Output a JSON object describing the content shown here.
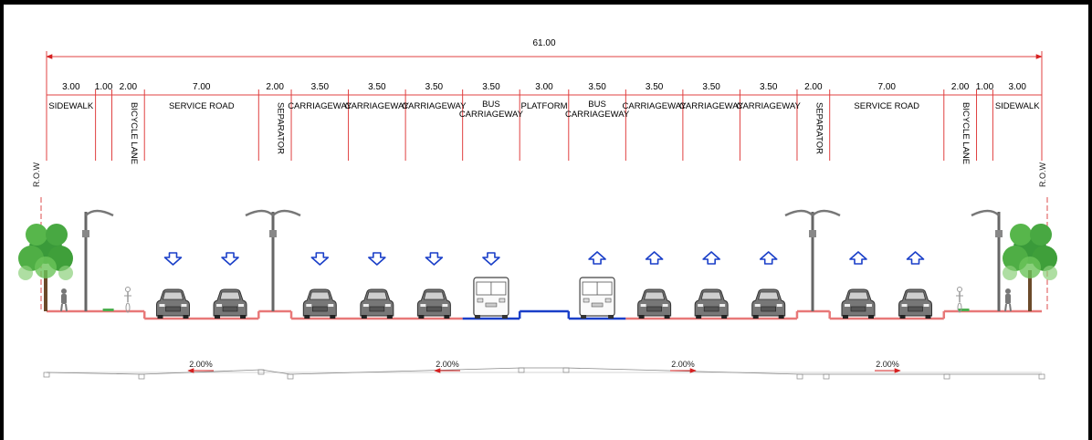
{
  "total": "61.00",
  "row_label": "R.O.W",
  "slope_label": "2.00%",
  "segments": [
    {
      "width": "3.00",
      "label": "SIDEWALK"
    },
    {
      "width": "1.00",
      "label": ""
    },
    {
      "width": "2.00",
      "label": "BICYCLE LANE"
    },
    {
      "width": "7.00",
      "label": "SERVICE ROAD"
    },
    {
      "width": "2.00",
      "label": "SEPARATOR"
    },
    {
      "width": "3.50",
      "label": "CARRIAGEWAY"
    },
    {
      "width": "3.50",
      "label": "CARRIAGEWAY"
    },
    {
      "width": "3.50",
      "label": "CARRIAGEWAY"
    },
    {
      "width": "3.50",
      "label": "BUS\nCARRIAGEWAY"
    },
    {
      "width": "3.00",
      "label": "PLATFORM"
    },
    {
      "width": "3.50",
      "label": "BUS\nCARRIAGEWAY"
    },
    {
      "width": "3.50",
      "label": "CARRIAGEWAY"
    },
    {
      "width": "3.50",
      "label": "CARRIAGEWAY"
    },
    {
      "width": "3.50",
      "label": "CARRIAGEWAY"
    },
    {
      "width": "2.00",
      "label": "SEPARATOR"
    },
    {
      "width": "7.00",
      "label": "SERVICE ROAD"
    },
    {
      "width": "2.00",
      "label": "BICYCLE LANE"
    },
    {
      "width": "1.00",
      "label": ""
    },
    {
      "width": "3.00",
      "label": "SIDEWALK"
    }
  ],
  "traffic_directions": [
    "down",
    "down",
    "down",
    "down",
    "down",
    "down",
    "up",
    "up",
    "up",
    "up",
    "up",
    "up"
  ],
  "colors": {
    "dimension": "#e04040",
    "road": "#e87878",
    "bus_lane": "#1a3fc8",
    "arrow": "#1a3fc8",
    "tree": "#3a9a3a",
    "slope_arrow": "#d62020"
  }
}
